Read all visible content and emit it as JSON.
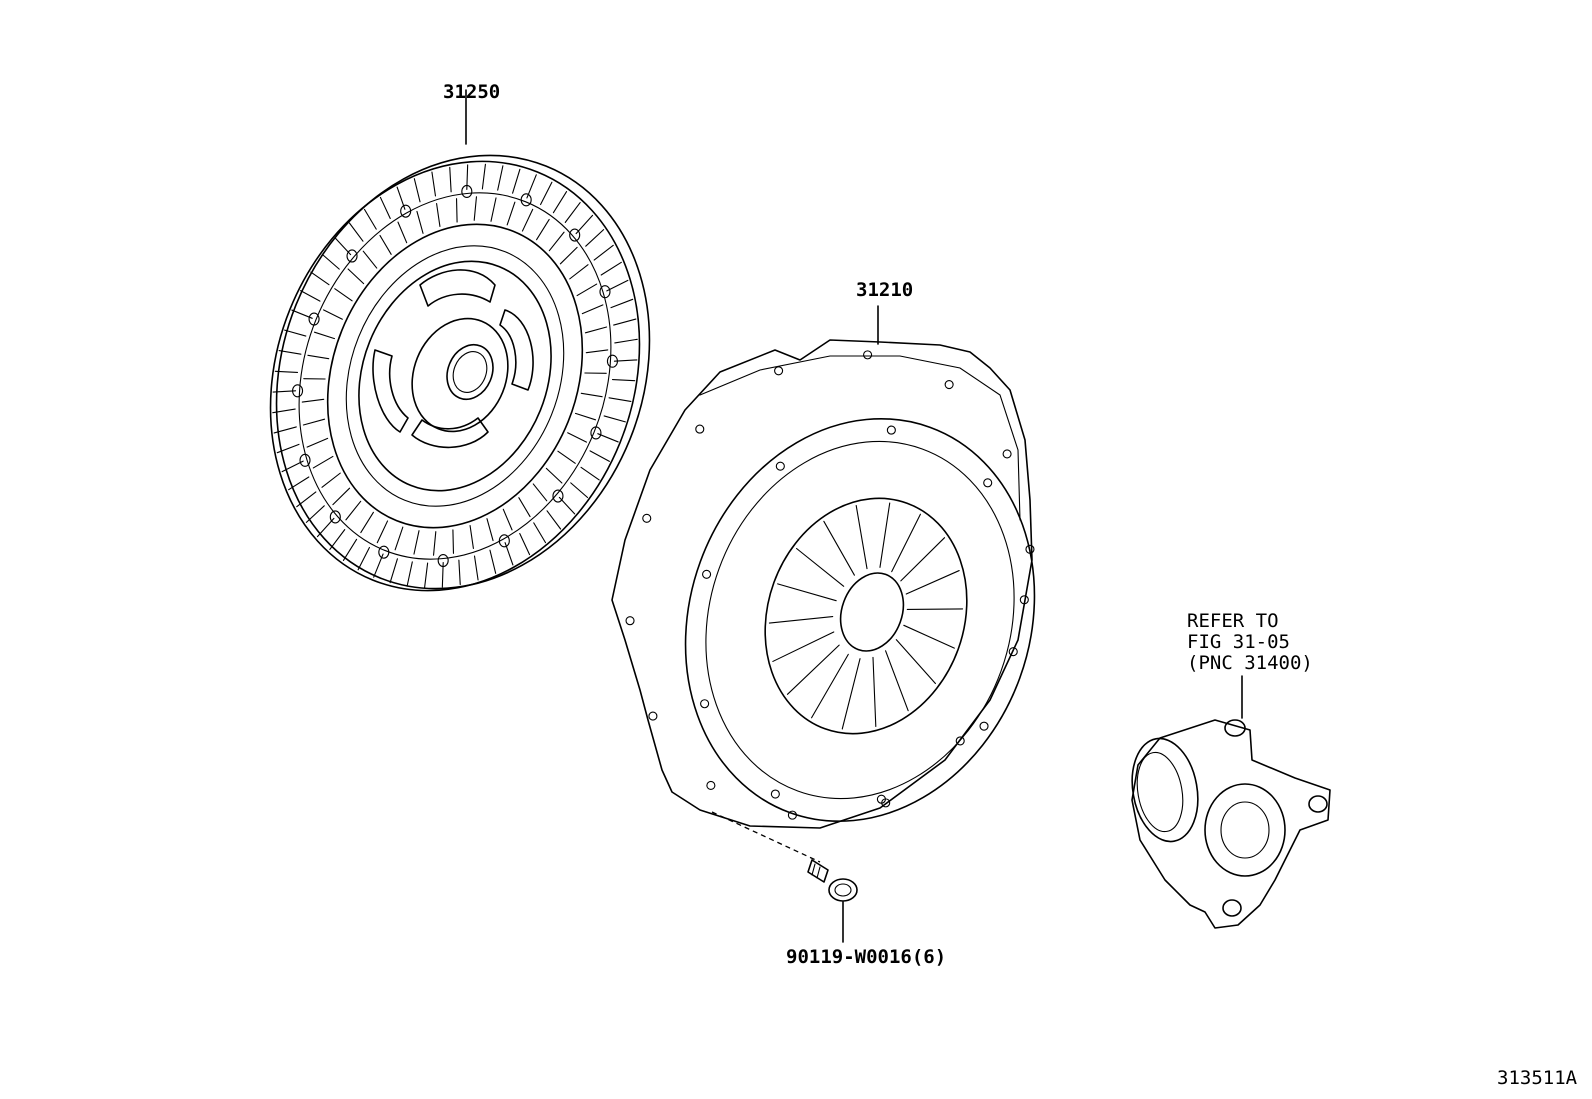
{
  "parts": [
    {
      "part_number": "31250"
    },
    {
      "part_number": "31210"
    },
    {
      "part_number": "90119-W0016(6)"
    }
  ],
  "reference_note": {
    "line1": "REFER TO",
    "line2": "FIG 31-05",
    "line3": "(PNC 31400)"
  },
  "figure_id": "313511A"
}
